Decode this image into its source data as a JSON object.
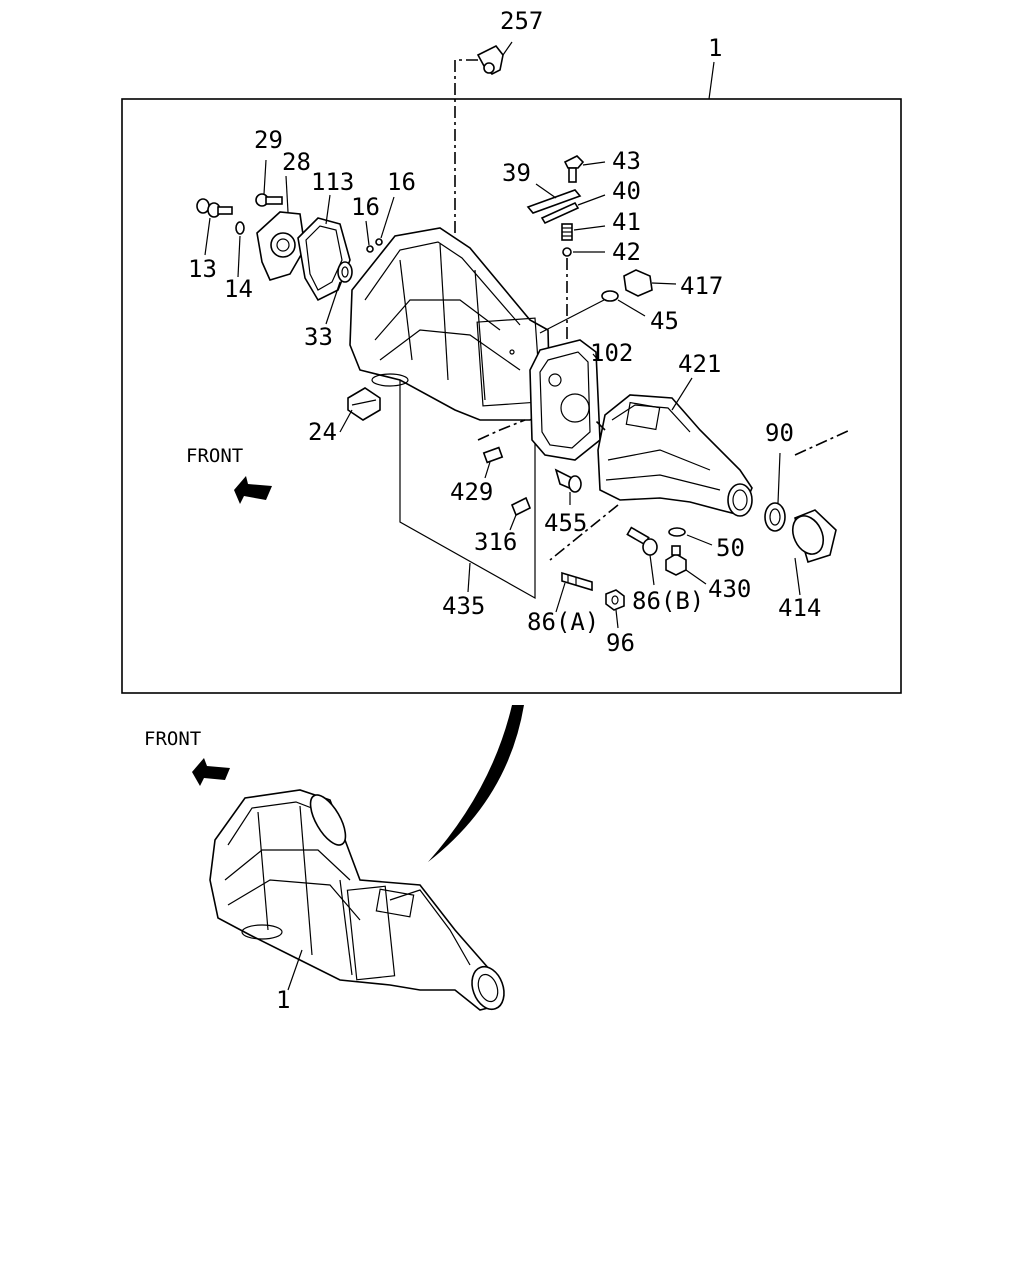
{
  "labels": {
    "l257": "257",
    "l1_top": "1",
    "l29": "29",
    "l28": "28",
    "l113": "113",
    "l16a": "16",
    "l16b": "16",
    "l13": "13",
    "l14": "14",
    "l33": "33",
    "l24": "24",
    "l39": "39",
    "l43": "43",
    "l40": "40",
    "l41": "41",
    "l42": "42",
    "l417": "417",
    "l45": "45",
    "l102": "102",
    "l421": "421",
    "l90": "90",
    "l429": "429",
    "l455": "455",
    "l316": "316",
    "l50": "50",
    "l430": "430",
    "l414": "414",
    "l435": "435",
    "l86a": "86(A)",
    "l86b": "86(B)",
    "l96": "96",
    "front_main": "FRONT",
    "front_lower": "FRONT",
    "l1_bottom": "1"
  },
  "colors": {
    "ink": "#000000",
    "paper": "#ffffff"
  }
}
